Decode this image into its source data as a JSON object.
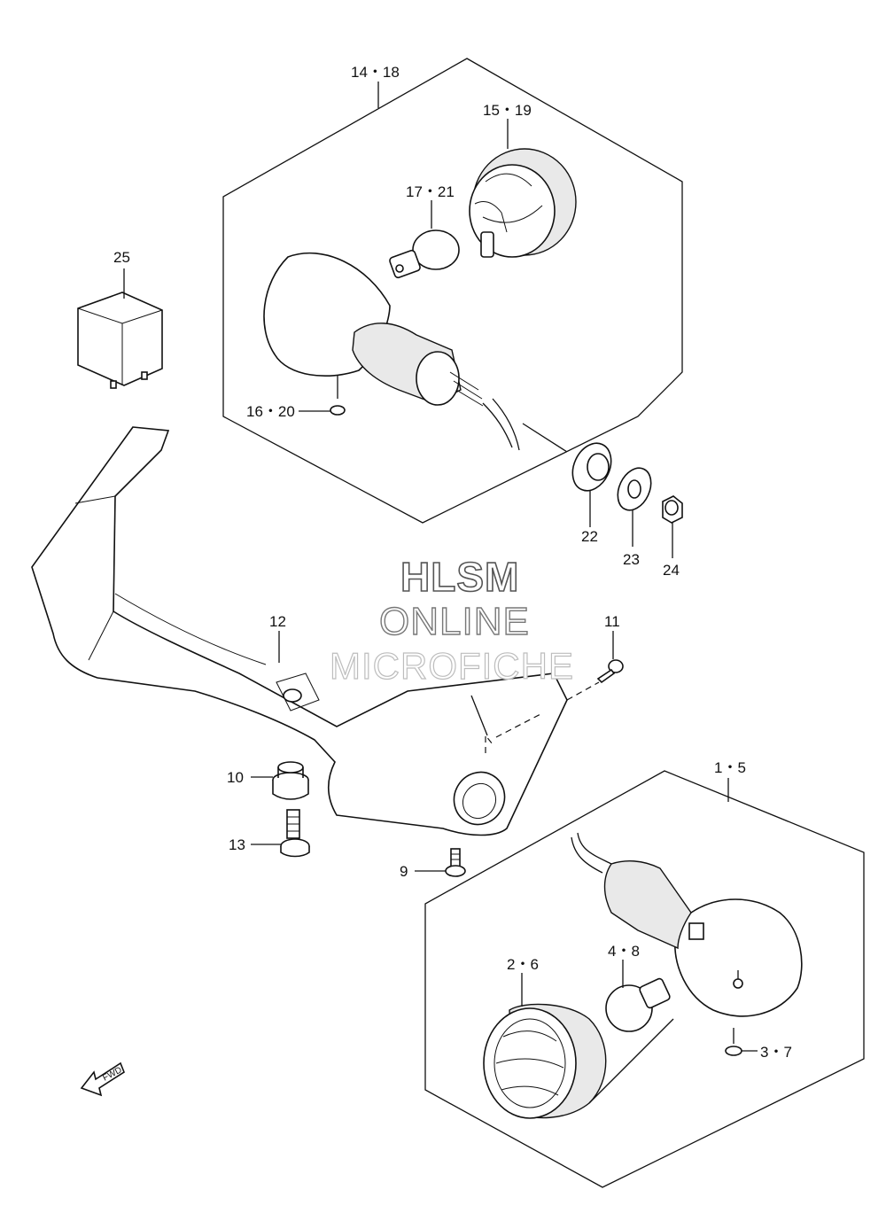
{
  "labels": {
    "p14_18": "14・18",
    "p15_19": "15・19",
    "p17_21": "17・21",
    "p25": "25",
    "p16_20": "16・20",
    "p22": "22",
    "p23": "23",
    "p24": "24",
    "p12": "12",
    "p11": "11",
    "p10": "10",
    "p13": "13",
    "p9": "9",
    "p1_5": "1・5",
    "p2_6": "2・6",
    "p4_8": "4・8",
    "p3_7": "3・7"
  },
  "watermark": {
    "line1": "HLSM",
    "line2": "ONLINE",
    "line3": "MICROFICHE"
  },
  "fwd_badge": "FWD"
}
